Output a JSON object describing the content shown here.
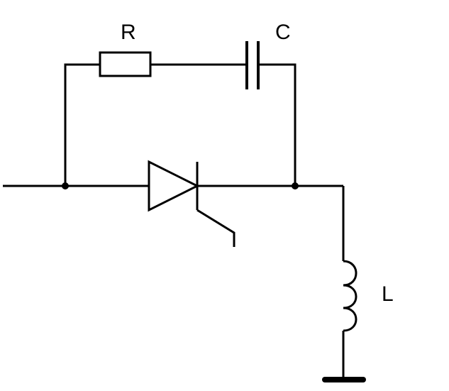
{
  "diagram": {
    "labels": {
      "resistor": "R",
      "capacitor": "C",
      "inductor": "L"
    },
    "colors": {
      "ink": "#000000",
      "background": "#ffffff"
    }
  }
}
